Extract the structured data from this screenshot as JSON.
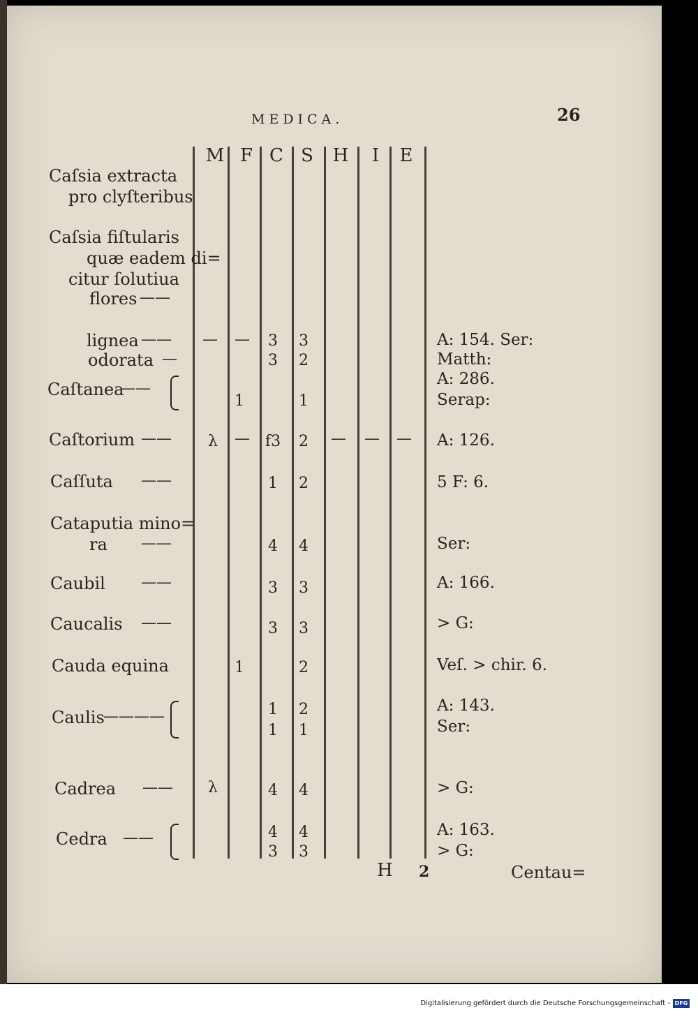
{
  "header": {
    "title": "MEDICA.",
    "page_number": "26"
  },
  "columns": [
    "M",
    "F",
    "C",
    "S",
    "H",
    "I",
    "E"
  ],
  "entries": [
    {
      "text": "Caſsia extracta"
    },
    {
      "text": "pro clyſteribus"
    },
    {
      "text": "Caſsia fiſtularis"
    },
    {
      "text": "quæ eadem di="
    },
    {
      "text": "citur ſolutiua"
    },
    {
      "text": "flores"
    },
    {
      "text": "lignea"
    },
    {
      "text": "odorata"
    },
    {
      "text": "Caſtanea"
    },
    {
      "text": "Caſtorium"
    },
    {
      "text": "Caſſuta"
    },
    {
      "text": "Cataputia mino="
    },
    {
      "text": "ra"
    },
    {
      "text": "Caubil"
    },
    {
      "text": "Caucalis"
    },
    {
      "text": "Cauda equina"
    },
    {
      "text": "Caulis"
    },
    {
      "text": "Cadrea"
    },
    {
      "text": "Cedra"
    }
  ],
  "cells": {
    "lignea_c": "3",
    "lignea_s": "3",
    "odorata_c": "3",
    "odorata_s": "2",
    "castanea_f": "1",
    "castanea_s": "1",
    "castorium_m": "λ",
    "castorium_c": "f3",
    "castorium_s": "2",
    "cassuta_c": "1",
    "cassuta_s": "2",
    "cataputia_c": "4",
    "cataputia_s": "4",
    "caubil_c": "3",
    "caubil_s": "3",
    "caucalis_c": "3",
    "caucalis_s": "3",
    "cauda_f": "1",
    "cauda_s": "2",
    "caulis_c1": "1",
    "caulis_s1": "2",
    "caulis_c2": "1",
    "caulis_s2": "1",
    "cadrea_m": "λ",
    "cadrea_c": "4",
    "cadrea_s": "4",
    "cedra_c1": "4",
    "cedra_s1": "4",
    "cedra_c2": "3",
    "cedra_s2": "3"
  },
  "references": [
    "A: 154. Ser:",
    "Matth:",
    "A: 286.",
    "Serap:",
    "A: 126.",
    "5 F: 6.",
    "Ser:",
    "A: 166.",
    "> G:",
    "Veſ. > chir. 6.",
    "A: 143.",
    "Ser:",
    "> G:",
    "A: 163.",
    "> G:"
  ],
  "footer": {
    "signature": "H",
    "signature_num": "2",
    "catchword": "Centau=",
    "digitization": "Digitalisierung gefördert durch die Deutsche Forschungsgemeinschaft -",
    "badge": "DFG"
  }
}
